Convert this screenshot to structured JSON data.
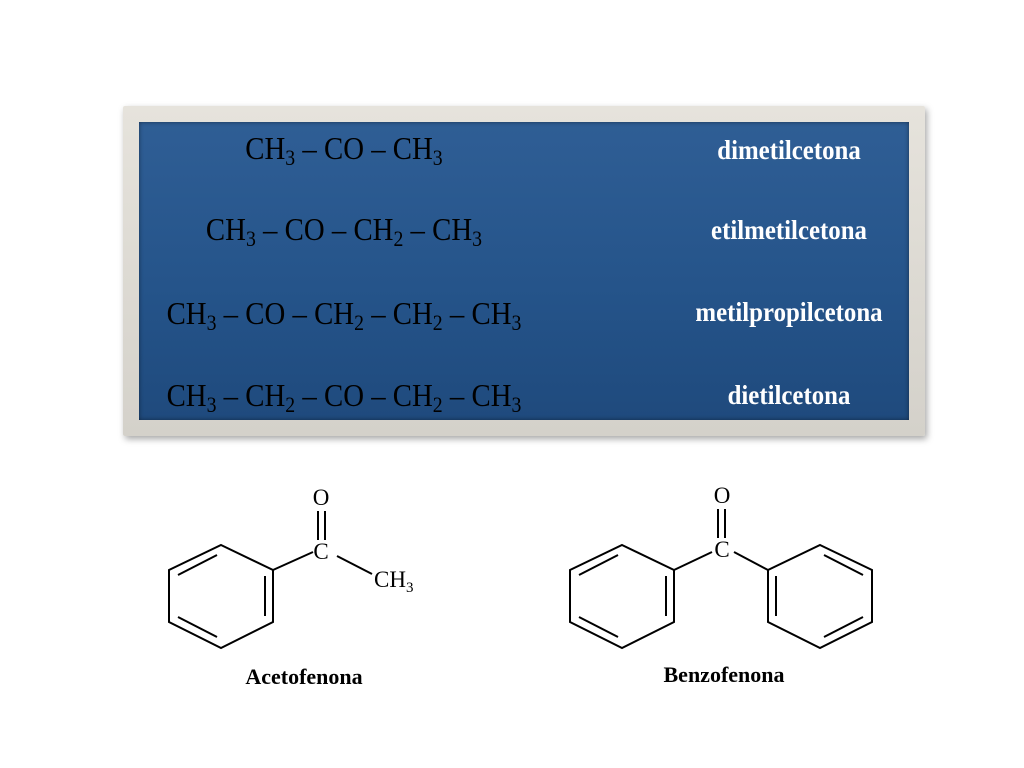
{
  "ketones": [
    {
      "formula": [
        "CH",
        "3",
        " – CO – CH",
        "3"
      ],
      "name": "dimetilcetona"
    },
    {
      "formula": [
        "CH",
        "3",
        " – CO – CH",
        "2",
        " – CH",
        "3"
      ],
      "name": "etilmetilcetona"
    },
    {
      "formula": [
        "CH",
        "3",
        " – CO – CH",
        "2",
        " – CH",
        "2",
        " – CH",
        "3"
      ],
      "name": "metilpropilcetona"
    },
    {
      "formula": [
        "CH",
        "3",
        " – CH",
        "2",
        " – CO – CH",
        "2",
        " – CH",
        "3"
      ],
      "name": "dietilcetona"
    }
  ],
  "structures": {
    "acetofenona": {
      "label": "Acetofenona",
      "oxygen": "O",
      "carbon": "C",
      "methyl": "CH",
      "methyl_sub": "3"
    },
    "benzofenona": {
      "label": "Benzofenona",
      "oxygen": "O",
      "carbon": "C"
    }
  },
  "colors": {
    "panel": "#25548a",
    "frame": "#dcd9d2",
    "name_text": "#ffffff",
    "formula_text": "#000000"
  }
}
